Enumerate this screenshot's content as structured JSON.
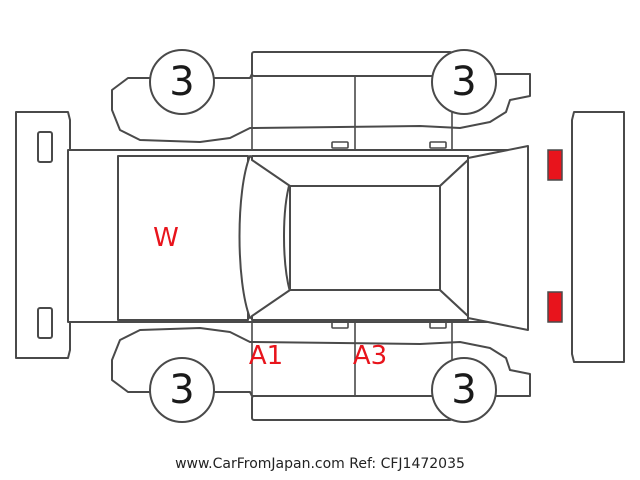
{
  "wheels": {
    "front_left": "3",
    "rear_left": "3",
    "front_right": "3",
    "rear_right": "3"
  },
  "damage_marks": {
    "hood": "W",
    "front_door": "A1",
    "rear_door": "A3"
  },
  "colors": {
    "damage_text": "#e8141c",
    "front_lamp": "#f2e619",
    "rear_lamp": "#e8141c",
    "outline": "#4a4a4a"
  },
  "footer": "www.CarFromJapan.com Ref: CFJ1472035"
}
